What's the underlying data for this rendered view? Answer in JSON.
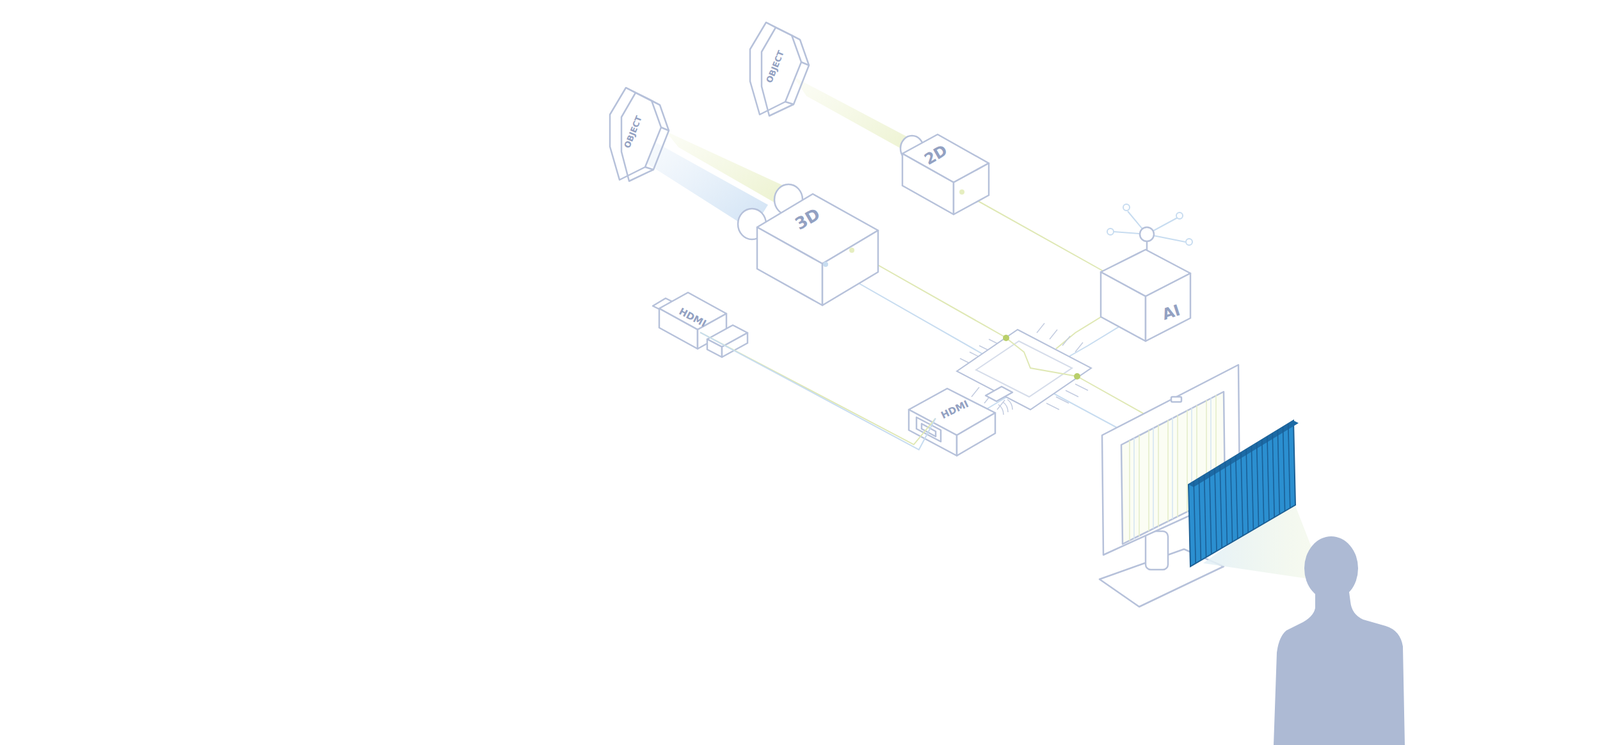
{
  "diagram": {
    "nodes": [
      {
        "text": [
          "OBJECT"
        ]
      },
      {
        "text": [
          "OBJECT"
        ]
      },
      {
        "text": [
          "2D"
        ]
      },
      {
        "text": [
          "3D"
        ]
      },
      {
        "text": [
          "AI"
        ]
      },
      {
        "text": [
          "HDMI"
        ]
      },
      {
        "text": [
          "HDMI"
        ]
      }
    ],
    "edges": [
      {
        "from": 5,
        "to": 6,
        "arrow": "none"
      }
    ]
  }
}
